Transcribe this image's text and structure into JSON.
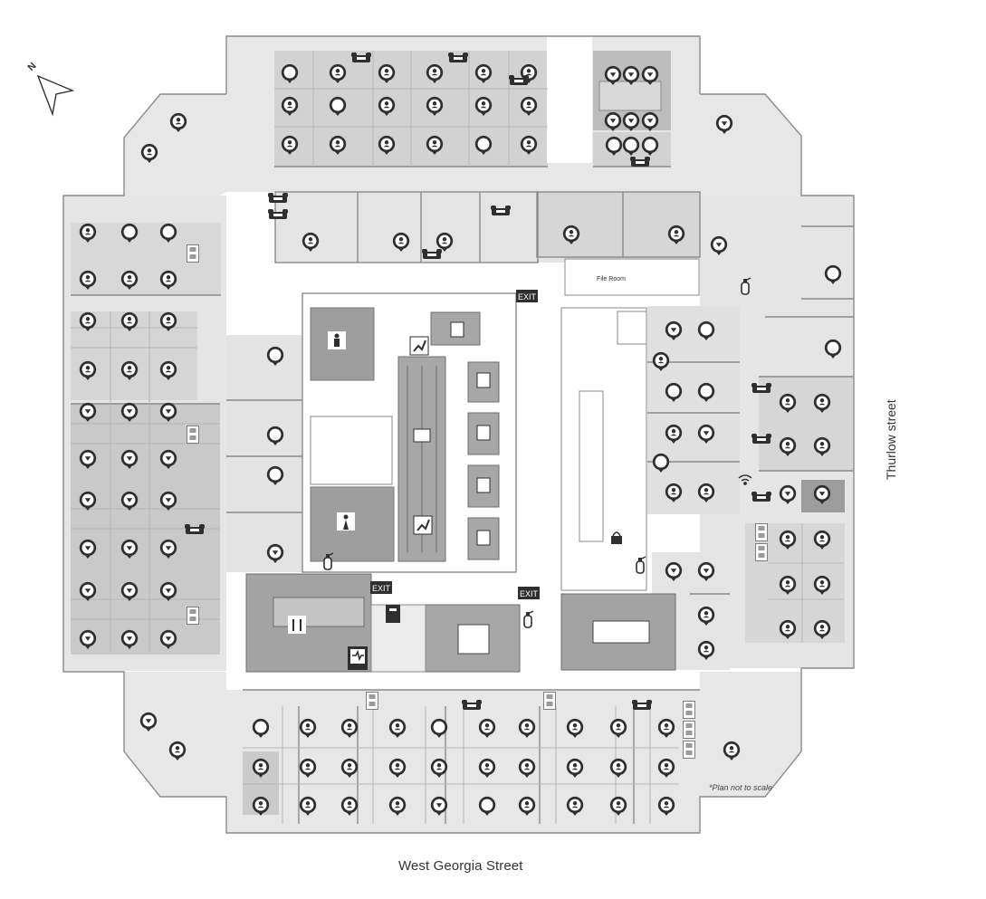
{
  "streets": {
    "south": "West Georgia Street",
    "east": "Thurlow street"
  },
  "labels": {
    "file_room": "File Room",
    "exit": "EXIT",
    "note": "*Plan not to scale",
    "north": "N"
  },
  "colors": {
    "zone_light": "#e4e4e4",
    "zone_mid": "#cfcfcf",
    "zone_dark": "#9a9a9a",
    "wall": "#8a8a8a",
    "marker": "#2f2f2f",
    "background": "#ffffff"
  },
  "legend_icons": [
    "person-pin-icon",
    "empty-seat-icon",
    "dropdown-pin-icon",
    "phone-icon",
    "printer-icon",
    "exit-sign-icon",
    "fire-extinguisher-icon",
    "stairs-icon",
    "elevator-icon",
    "kitchen-icon",
    "washroom-icon",
    "wifi-icon",
    "lock-icon",
    "first-aid-icon",
    "north-arrow-icon"
  ]
}
